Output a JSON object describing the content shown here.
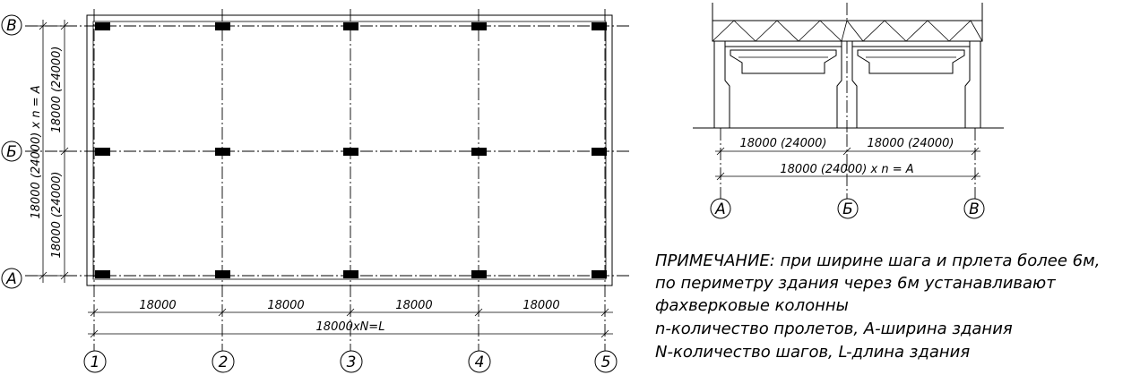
{
  "plan": {
    "axes_letters": [
      "В",
      "Б",
      "А"
    ],
    "axes_numbers": [
      "1",
      "2",
      "3",
      "4",
      "5"
    ],
    "bay_label": "18000",
    "length_label": "18000xN=L",
    "span_label_top": "18000 (24000)",
    "span_label_bottom": "18000 (24000)",
    "width_label": "18000 (24000) x n = A"
  },
  "section": {
    "span_label_1": "18000 (24000)",
    "span_label_2": "18000 (24000)",
    "width_label": "18000 (24000) x n = A",
    "axes": [
      "А",
      "Б",
      "В"
    ]
  },
  "note": {
    "lines": [
      "ПРИМЕЧАНИЕ: при ширине шага и прлета более 6м,",
      "по периметру здания через 6м устанавливают",
      "фахверковые колонны",
      "n-количество пролетов, А-ширина здания",
      "N-количество шагов, L-длина здания"
    ]
  }
}
